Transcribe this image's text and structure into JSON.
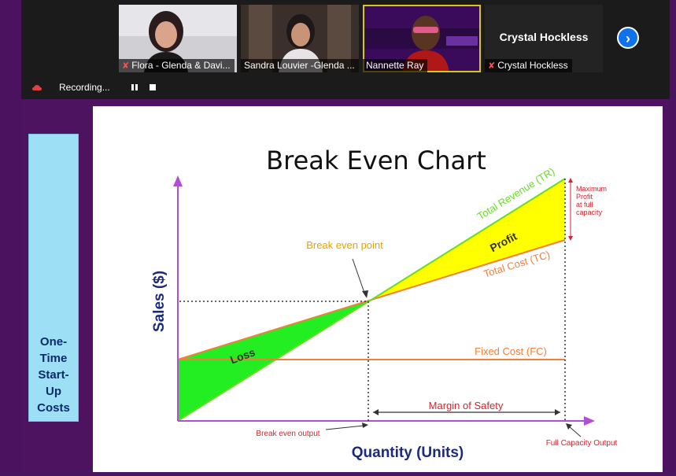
{
  "participants": [
    {
      "name": "Flora - Glenda & Davi...",
      "muted": true
    },
    {
      "name": "Sandra Louvier -Glenda ...",
      "muted": false
    },
    {
      "name": "Nannette Ray",
      "muted": false,
      "active_speaker": true
    },
    {
      "name": "Crystal Hockless",
      "muted": true
    }
  ],
  "name_tile_title": "Crystal Hockless",
  "next_icon": "chevron-right-icon",
  "recording": {
    "label": "Recording...",
    "pause_icon": "pause-icon",
    "stop_icon": "stop-icon"
  },
  "side_box": {
    "text": "One-\nTime\nStart-\nUp\nCosts"
  },
  "chart_data": {
    "type": "line",
    "title": "Break Even Chart",
    "xlabel": "Quantity (Units)",
    "ylabel": "Sales ($)",
    "annotations": {
      "break_even_point": "Break even point",
      "profit": "Profit",
      "loss": "Loss",
      "margin_of_safety": "Margin of Safety",
      "break_even_output": "Break even output",
      "full_capacity_output": "Full Capacity Output",
      "max_profit": "Maximum\nProfit\nat full\ncapacity"
    },
    "series": [
      {
        "name": "Total Revenue (TR)",
        "color": "#66dd22"
      },
      {
        "name": "Total Cost (TC)",
        "color": "#f07f3a"
      },
      {
        "name": "Fixed Cost (FC)",
        "color": "#f07f3a"
      }
    ],
    "colors": {
      "profit_fill": "#ffff00",
      "loss_fill": "#22ee22",
      "axis": "#b04fd6",
      "title": "#111111",
      "labels": "#1b2a80",
      "annotation": "#e2a400",
      "red_text": "#d8232a"
    }
  }
}
